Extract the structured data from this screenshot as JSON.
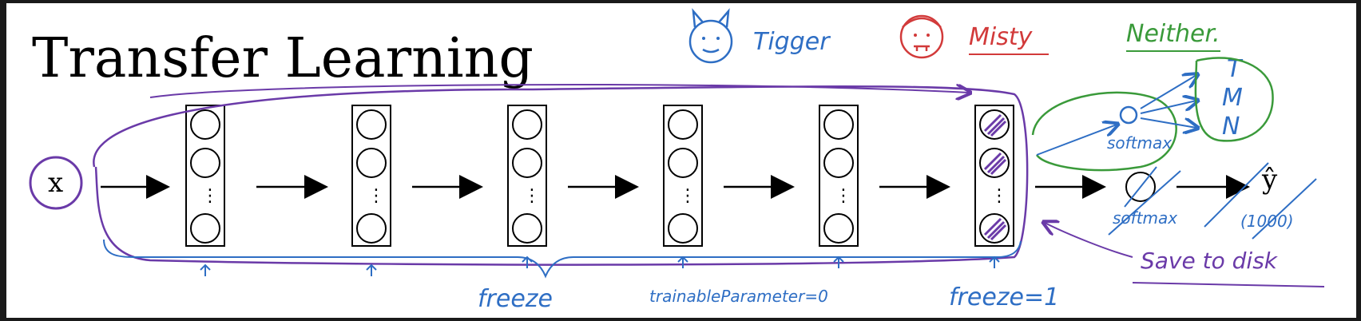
{
  "title": "Transfer Learning",
  "input_label": "x",
  "output_label": "ŷ",
  "classes": {
    "tigger": "Tigger",
    "misty": "Misty",
    "neither": "Neither."
  },
  "new_output": {
    "letters": [
      "T",
      "M",
      "N"
    ],
    "softmax": "softmax"
  },
  "old_output": {
    "softmax": "softmax",
    "count": "(1000)"
  },
  "annotations": {
    "freeze": "freeze",
    "trainable": "trainableParameter=0",
    "freeze_one": "freeze=1",
    "save_to_disk": "Save to disk"
  },
  "colors": {
    "blue": "#2e6ec4",
    "green": "#3a9a3a",
    "red": "#d23a3a",
    "purple": "#6a3aa8"
  }
}
